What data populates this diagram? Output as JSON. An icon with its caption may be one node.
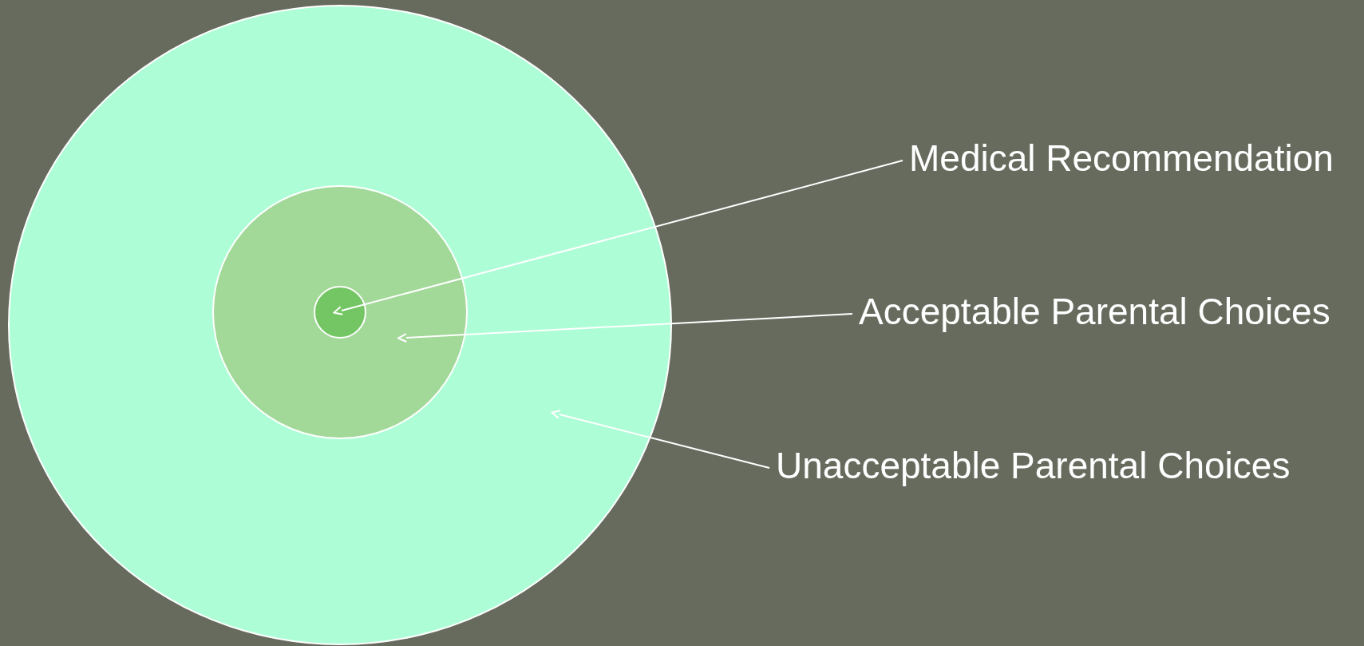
{
  "diagram": {
    "nodes": [
      {
        "text": [],
        "shape": "circle"
      },
      {
        "text": [],
        "shape": "circle",
        "in": 0
      },
      {
        "text": [],
        "shape": "circle",
        "in": 1
      },
      {
        "text": [
          "Medical Recommendation"
        ]
      },
      {
        "text": [
          "Acceptable Parental Choices"
        ]
      },
      {
        "text": [
          "Unacceptable Parental Choices"
        ]
      }
    ],
    "edges": [
      {
        "from": 3,
        "to": 2,
        "arrow": "to"
      },
      {
        "from": 4,
        "to": 1,
        "arrow": "to"
      },
      {
        "from": 5,
        "to": 0,
        "arrow": "to"
      }
    ]
  }
}
